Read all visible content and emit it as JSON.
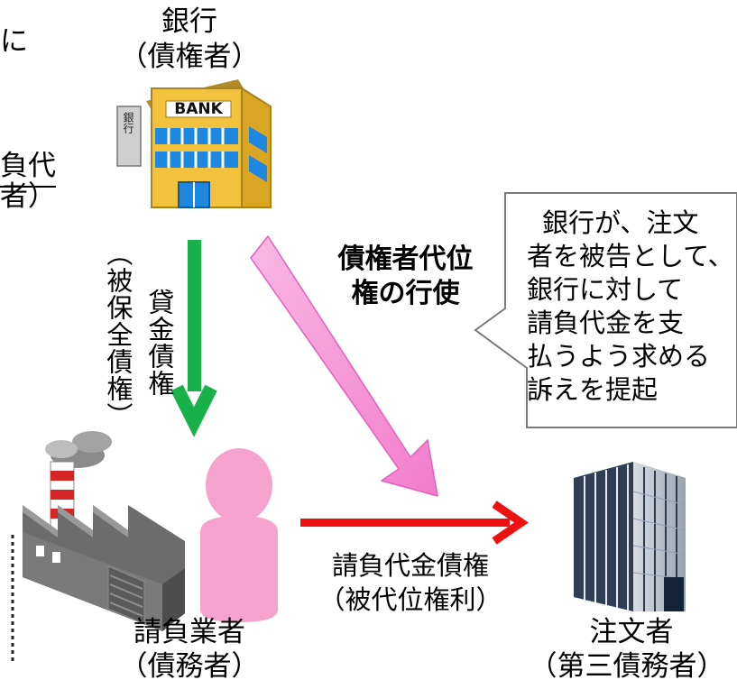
{
  "colors": {
    "green_arrow": "#19b24a",
    "red_arrow": "#ee1111",
    "pink_arrow": "#f78fd3",
    "contractor_pink": "#f5a3cc",
    "bank_yellow": "#f2c23c",
    "bank_blue": "#1e88e0"
  },
  "bank": {
    "name": "銀行",
    "role": "（債権者）",
    "sign": "BANK",
    "side_sign": "銀行"
  },
  "contractor": {
    "name": "請負業者",
    "role": "（債務者）"
  },
  "orderer": {
    "name": "注文者",
    "role": "（第三債務者）"
  },
  "loan_claim": {
    "main": "貸金債権",
    "paren": "（被保全債権）"
  },
  "contract_claim": {
    "main": "請負代金債権",
    "paren": "（被代位権利）"
  },
  "subrogation": {
    "line1": "債権者代位",
    "line2": "権の行使"
  },
  "callout": {
    "lines": [
      "銀行が、注文",
      "者を被告として、",
      "銀行に対して",
      "請負代金を支",
      "払うよう求める",
      "訴えを提起"
    ]
  },
  "left_fragments": {
    "t1": "に",
    "t2": "負代",
    "t3": "者）"
  }
}
